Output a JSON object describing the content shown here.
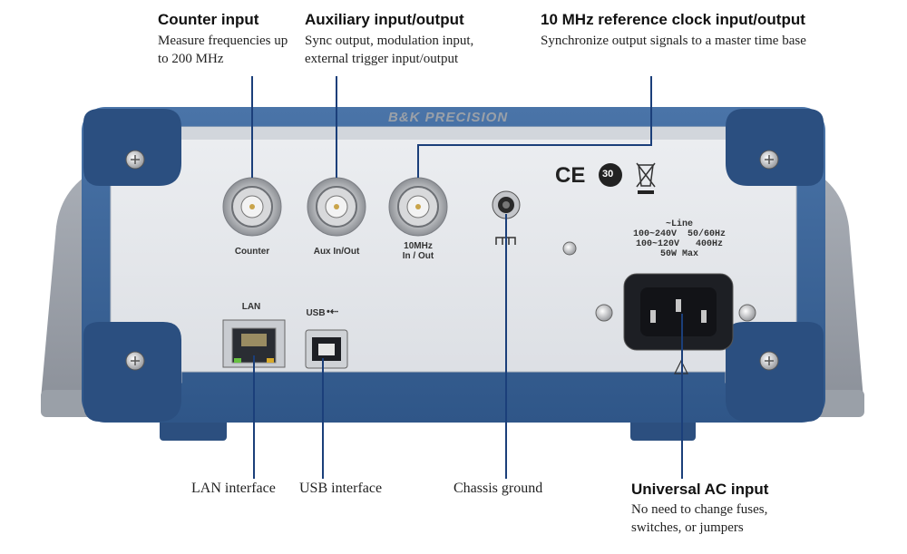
{
  "brand": "B&K PRECISION",
  "callouts": {
    "counter": {
      "title": "Counter input",
      "desc": "Measure frequencies up to 200 MHz"
    },
    "aux": {
      "title": "Auxiliary input/output",
      "desc": "Sync output, modulation input, external trigger input/output"
    },
    "ref": {
      "title": "10 MHz reference clock input/output",
      "desc": "Synchronize output signals to a master time base"
    },
    "ac": {
      "title": "Universal AC input",
      "desc": "No need to change fuses, switches, or jumpers"
    }
  },
  "bottom_labels": {
    "lan": "LAN interface",
    "usb": "USB interface",
    "ground": "Chassis ground"
  },
  "panel_labels": {
    "counter": "Counter",
    "aux": "Aux In/Out",
    "mhz_line1": "10MHz",
    "mhz_line2": "In / Out",
    "lan": "LAN",
    "usb": "USB"
  },
  "ac_spec": "~Line\n100~240V  50/60Hz\n100~120V   400Hz\n50W Max",
  "certs": {
    "ce": "CE",
    "epup": "30"
  },
  "colors": {
    "frame": "#3a6497",
    "frame_dark": "#2a4e7c",
    "panel": "#e6e8ec",
    "leader": "#1b3f7a"
  }
}
